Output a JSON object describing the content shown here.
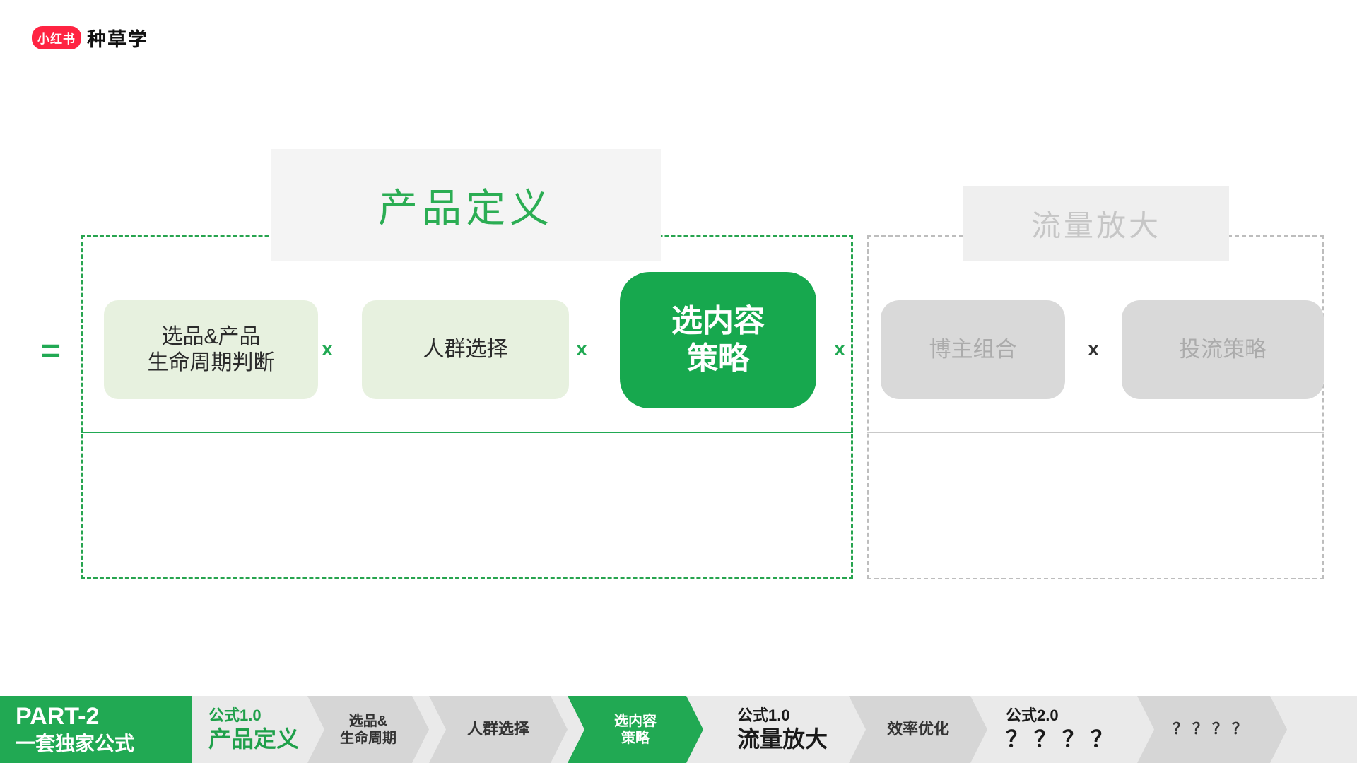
{
  "header": {
    "logo_badge": "小红书",
    "logo_text": "种草学"
  },
  "diagram": {
    "equals": "=",
    "multiply": "x",
    "product_group": {
      "title": "产品定义",
      "accent_color": "#21A953",
      "items": [
        {
          "label": "选品&产品\n生命周期判断",
          "style": "light-green"
        },
        {
          "label": "人群选择",
          "style": "light-green"
        },
        {
          "label": "选内容\n策略",
          "style": "solid-green"
        }
      ]
    },
    "traffic_group": {
      "title": "流量放大",
      "accent_color": "#C6C6C6",
      "items": [
        {
          "label": "博主组合",
          "style": "gray"
        },
        {
          "label": "投流策略",
          "style": "gray"
        }
      ]
    }
  },
  "footer": {
    "part_label": "PART-2",
    "part_title": "一套独家公式",
    "formula1": {
      "tag": "公式1.0",
      "title": "产品定义"
    },
    "steps1": [
      "选品&\n生命周期",
      "人群选择",
      "选内容\n策略"
    ],
    "formula2": {
      "tag": "公式1.0",
      "title": "流量放大"
    },
    "steps2": [
      "效率优化"
    ],
    "formula3": {
      "tag": "公式2.0",
      "title": "？？？？"
    },
    "steps3": [
      "？？？？"
    ],
    "green_color": "#21A953",
    "strip_color": "#EAEAEA"
  }
}
